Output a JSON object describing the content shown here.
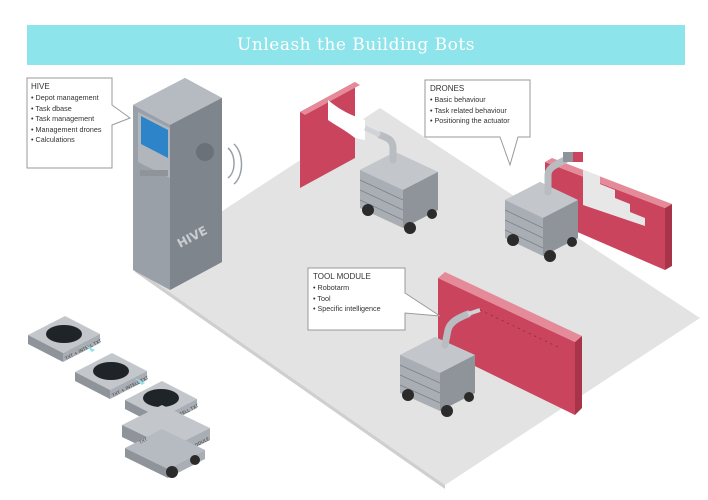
{
  "banner": {
    "title": "Unleash the Building Bots"
  },
  "hive": {
    "title": "HIVE",
    "items": [
      "Depot management",
      "Task dbase",
      "Task management",
      "Management drones",
      "Calculations"
    ],
    "label": "HIVE"
  },
  "drones": {
    "title": "DRONES",
    "items": [
      "Basic behaviour",
      "Task related behaviour",
      "Positioning the actuator"
    ]
  },
  "tool_module": {
    "title": "TOOL MODULE",
    "items": [
      "Robotarm",
      "Tool",
      "Specific intelligence"
    ]
  },
  "modules": {
    "labels": [
      "TXT + INTELL TXT",
      "TXT + INTELL TXT",
      "TXT + INTELL TXT",
      "TOOL MODULE",
      "TXT"
    ]
  },
  "colors": {
    "banner": "#8de4ea",
    "floor": "#e3e3e3",
    "wall_front": "#c9445c",
    "wall_top": "#e58a99",
    "robot_body": "#a9aeb4",
    "robot_dark": "#7f858c",
    "hive_screen": "#2d84c8"
  }
}
